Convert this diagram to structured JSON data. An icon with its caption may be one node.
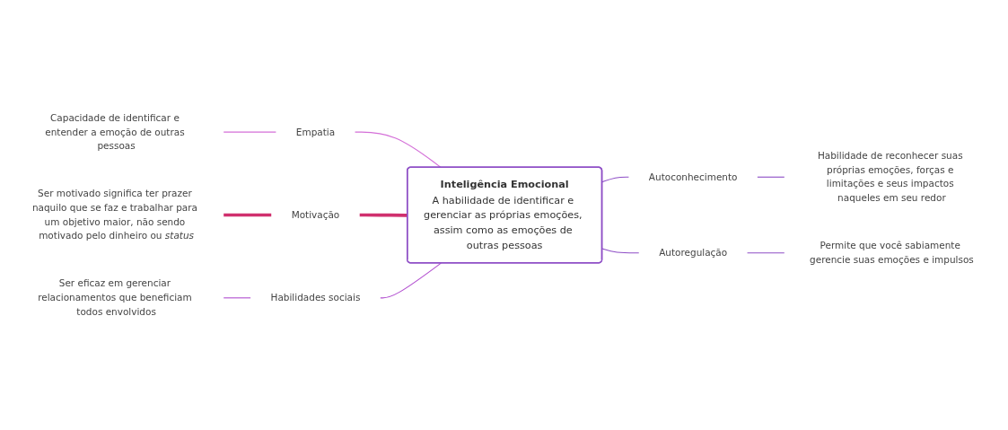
{
  "diagram": {
    "nodes": [
      {
        "text": [
          "Inteligência Emocional",
          "A habilidade de identificar e gerenciar as próprias emoções, assim como as emoções de outras pessoas"
        ]
      },
      {
        "text": [
          "Empatia"
        ]
      },
      {
        "text": [
          "Capacidade de identificar e entender a emoção de outras pessoas"
        ]
      },
      {
        "text": [
          "Motivação"
        ]
      },
      {
        "text": [
          "Ser motivado significa ter prazer naquilo que se faz e trabalhar para um objetivo maior, não sendo motivado pelo dinheiro ou *status*"
        ]
      },
      {
        "text": [
          "Habilidades sociais"
        ]
      },
      {
        "text": [
          "Ser eficaz em gerenciar relacionamentos que beneficiam todos envolvidos"
        ]
      },
      {
        "text": [
          "Autoconhecimento"
        ]
      },
      {
        "text": [
          "Habilidade de reconhecer suas próprias emoções, forças e limitações e seus impactos naqueles em seu redor"
        ]
      },
      {
        "text": [
          "Autoregulação"
        ]
      },
      {
        "text": [
          "Permite que você sabiamente gerencie suas emoções e impulsos"
        ]
      }
    ],
    "edges": [
      {
        "from": 2,
        "to": 1,
        "arrow": "none",
        "color": "#d46fd8"
      },
      {
        "from": 1,
        "to": 0,
        "arrow": "none",
        "color": "#d46fd8"
      },
      {
        "from": 4,
        "to": 3,
        "arrow": "none",
        "style": "thick",
        "color": "#d0306e"
      },
      {
        "from": 3,
        "to": 0,
        "arrow": "none",
        "style": "thick",
        "color": "#d0306e"
      },
      {
        "from": 6,
        "to": 5,
        "arrow": "none",
        "color": "#b24fd0"
      },
      {
        "from": 5,
        "to": 0,
        "arrow": "none",
        "color": "#b24fd0"
      },
      {
        "from": 0,
        "to": 7,
        "arrow": "none"
      },
      {
        "from": 7,
        "to": 8,
        "arrow": "none"
      },
      {
        "from": 0,
        "to": 9,
        "arrow": "none"
      },
      {
        "from": 9,
        "to": 10,
        "arrow": "none"
      }
    ]
  }
}
